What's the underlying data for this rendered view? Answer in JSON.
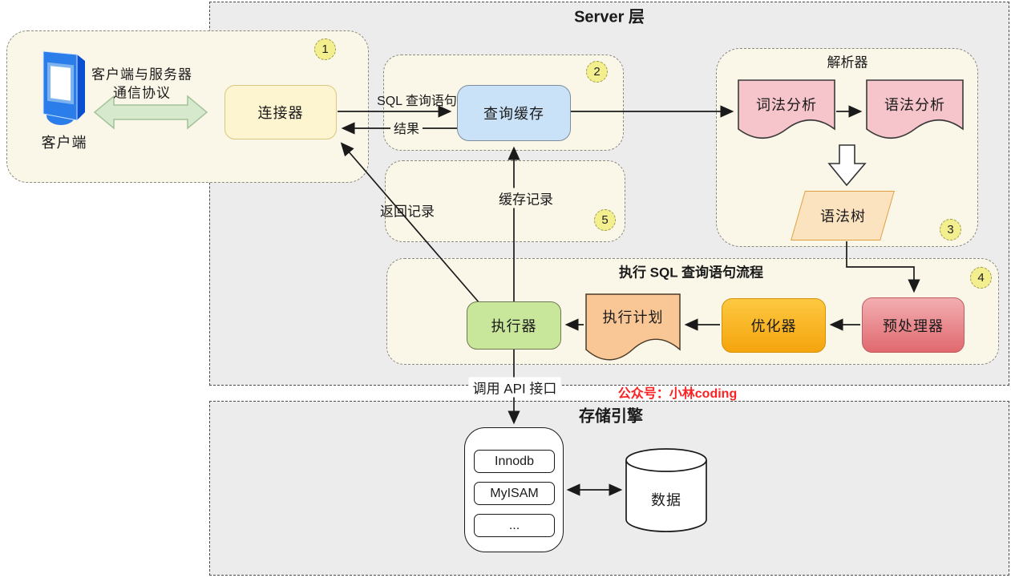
{
  "colors": {
    "canvas": "#ffffff",
    "layer_bg": "#ececec",
    "section_bg": "#faf6e8",
    "badge_bg": "#f3ef8e",
    "connector_fill": "#fdf4d0",
    "connector_border": "#d9c87f",
    "query_cache_fill": "#cae2f8",
    "query_cache_border": "#7d8c9b",
    "doc_pink_fill": "#f6c4cb",
    "syntax_tree_fill": "#fce3c0",
    "syntax_tree_border": "#dfa03e",
    "preprocessor_gradient_top": "#f3aeb1",
    "preprocessor_gradient_bottom": "#e0696f",
    "optimizer_gradient_top": "#fdc941",
    "optimizer_gradient_bottom": "#f5a40d",
    "execution_plan_fill": "#f9c795",
    "executor_fill": "#c9e79b",
    "green_arrow_fill": "#d7e9cc",
    "watermark_red": "#fb2222",
    "line_color": "#1a1a1a"
  },
  "titles": {
    "server_layer": "Server 层",
    "storage_layer": "存储引擎",
    "parser": "解析器",
    "execute_flow": "执行 SQL 查询语句流程"
  },
  "badges": {
    "b1": "1",
    "b2": "2",
    "b3": "3",
    "b4": "4",
    "b5": "5"
  },
  "client": {
    "label": "客户端",
    "protocol_line1": "客户端与服务器",
    "protocol_line2": "通信协议",
    "connector": "连接器"
  },
  "nodes": {
    "query_cache": "查询缓存",
    "lexical_analysis": "词法分析",
    "syntax_analysis": "语法分析",
    "syntax_tree": "语法树",
    "preprocessor": "预处理器",
    "optimizer": "优化器",
    "execution_plan": "执行计划",
    "executor": "执行器"
  },
  "edge_labels": {
    "sql_query": "SQL 查询语句",
    "result": "结果",
    "return_record": "返回记录",
    "cache_record": "缓存记录",
    "call_api": "调用 API 接口"
  },
  "storage": {
    "engines": [
      "Innodb",
      "MyISAM",
      "..."
    ],
    "data": "数据"
  },
  "watermark": "公众号：小林coding",
  "icons": {
    "client": "computer-monitor-icon"
  }
}
